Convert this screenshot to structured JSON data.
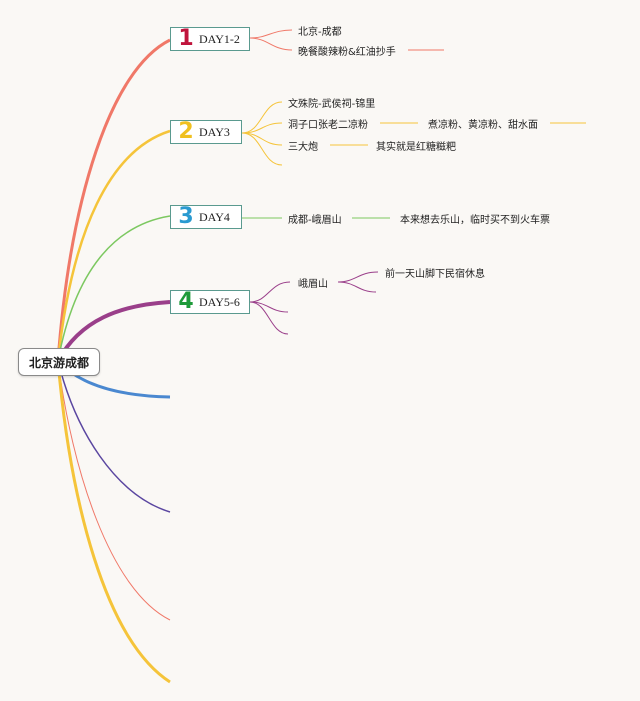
{
  "root": {
    "label": "北京游成都"
  },
  "days": [
    {
      "num": "1",
      "label": "DAY1-2",
      "num_color": "#c0143c"
    },
    {
      "num": "2",
      "label": "DAY3",
      "num_color": "#f0c020"
    },
    {
      "num": "3",
      "label": "DAY4",
      "num_color": "#2a9ad0"
    },
    {
      "num": "4",
      "label": "DAY5-6",
      "num_color": "#1e9a3a"
    }
  ],
  "day1": {
    "items": [
      "北京-成都",
      "晚餐酸辣粉&红油抄手"
    ]
  },
  "day3": {
    "items": [
      "文殊院-武侯祠-锦里",
      "洞子口张老二凉粉",
      "三大炮"
    ],
    "sub": [
      "煮凉粉、黄凉粉、甜水面",
      "其实就是红糖糍粑"
    ]
  },
  "day4": {
    "items": [
      "成都-峨眉山"
    ],
    "sub": [
      "本来想去乐山，临时买不到火车票"
    ]
  },
  "day5": {
    "items": [
      "峨眉山"
    ],
    "sub": [
      "前一天山脚下民宿休息"
    ]
  },
  "colors": {
    "branch1": "#f07868",
    "branch2": "#f5c43a",
    "branch3": "#7cc860",
    "branch4": "#9a3f8a",
    "branch5": "#4a88d0",
    "branch6": "#5a46a0",
    "branch7": "#f07868",
    "branch8": "#f5c43a"
  }
}
